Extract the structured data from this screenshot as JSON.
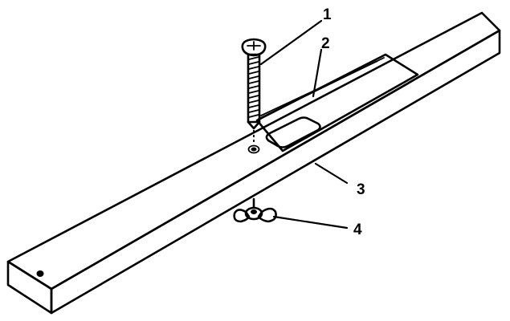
{
  "callouts": [
    {
      "id": "1",
      "label": "1",
      "part": "screw"
    },
    {
      "id": "2",
      "label": "2",
      "part": "slot"
    },
    {
      "id": "3",
      "label": "3",
      "part": "guide-bar"
    },
    {
      "id": "4",
      "label": "4",
      "part": "wing-nut"
    }
  ],
  "colors": {
    "ink": "#000000",
    "background": "#ffffff"
  }
}
